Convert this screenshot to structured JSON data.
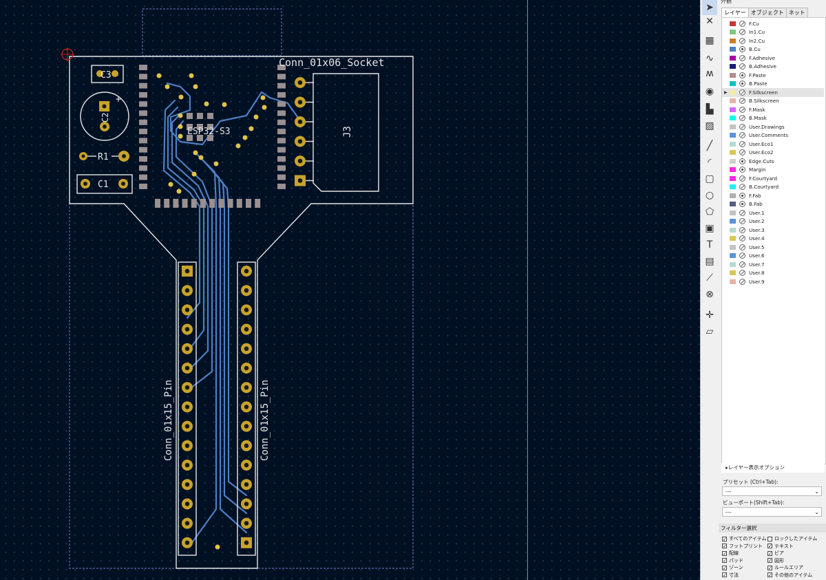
{
  "canvas": {
    "ref_labels": {
      "j3_value": "Conn_01x06_Socket",
      "j3_ref": "J3",
      "u1_value": "ESP32-S3",
      "c2_ref": "C2",
      "c3_ref": "C3",
      "r1_ref": "R1",
      "c1_ref": "C1",
      "left_header_value": "Conn_01x15_Pin",
      "right_header_value": "Conn_01x15_Pin"
    }
  },
  "toolbar": {
    "tools": [
      {
        "name": "select-tool-icon",
        "glyph": "➤"
      },
      {
        "name": "local-ratsnest-icon",
        "glyph": "✕"
      },
      {
        "name": "place-footprint-icon",
        "glyph": "▦"
      },
      {
        "name": "route-track-icon",
        "glyph": "∿"
      },
      {
        "name": "tune-length-icon",
        "glyph": "ʍ"
      },
      {
        "name": "add-via-icon",
        "glyph": "◉"
      },
      {
        "name": "add-zone-icon",
        "glyph": "▙"
      },
      {
        "name": "rule-area-icon",
        "glyph": "▨"
      },
      {
        "name": "draw-line-icon",
        "glyph": "╱"
      },
      {
        "name": "draw-arc-icon",
        "glyph": "◜"
      },
      {
        "name": "draw-rectangle-icon",
        "glyph": "▢"
      },
      {
        "name": "draw-circle-icon",
        "glyph": "○"
      },
      {
        "name": "draw-polygon-icon",
        "glyph": "⬠"
      },
      {
        "name": "add-image-icon",
        "glyph": "▣"
      },
      {
        "name": "add-text-icon",
        "glyph": "T"
      },
      {
        "name": "add-textbox-icon",
        "glyph": "▤"
      },
      {
        "name": "add-dimension-icon",
        "glyph": "⟋"
      },
      {
        "name": "delete-tool-icon",
        "glyph": "⊗"
      },
      {
        "name": "set-origin-icon",
        "glyph": "✛"
      },
      {
        "name": "measure-tool-icon",
        "glyph": "▱"
      }
    ]
  },
  "panel": {
    "title": "外観",
    "tabs": [
      "レイヤー",
      "オブジェクト",
      "ネット"
    ],
    "layers": [
      {
        "name": "F.Cu",
        "color": "#c83434",
        "visible": false
      },
      {
        "name": "In1.Cu",
        "color": "#7fc87f",
        "visible": false
      },
      {
        "name": "In2.Cu",
        "color": "#ce7d2c",
        "visible": false
      },
      {
        "name": "B.Cu",
        "color": "#4d7fc4",
        "visible": true
      },
      {
        "name": "F.Adhesive",
        "color": "#a800a8",
        "visible": false
      },
      {
        "name": "B.Adhesive",
        "color": "#1a1a7a",
        "visible": false
      },
      {
        "name": "F.Paste",
        "color": "#b48c8c",
        "visible": true
      },
      {
        "name": "B.Paste",
        "color": "#00c2c2",
        "visible": true
      },
      {
        "name": "F.Silkscreen",
        "color": "#f2eda1",
        "visible": false
      },
      {
        "name": "B.Silkscreen",
        "color": "#e8b2a7",
        "visible": false
      },
      {
        "name": "F.Mask",
        "color": "#d864ff",
        "visible": false
      },
      {
        "name": "B.Mask",
        "color": "#02ffee",
        "visible": false
      },
      {
        "name": "User.Drawings",
        "color": "#c2c2c2",
        "visible": false
      },
      {
        "name": "User.Comments",
        "color": "#5994dc",
        "visible": false
      },
      {
        "name": "User.Eco1",
        "color": "#b4dbd2",
        "visible": false
      },
      {
        "name": "User.Eco2",
        "color": "#d8c852",
        "visible": false
      },
      {
        "name": "Edge.Cuts",
        "color": "#d0d2cd",
        "visible": true
      },
      {
        "name": "Margin",
        "color": "#ff26e2",
        "visible": true
      },
      {
        "name": "F.Courtyard",
        "color": "#ff26e2",
        "visible": false
      },
      {
        "name": "B.Courtyard",
        "color": "#26e9ff",
        "visible": false
      },
      {
        "name": "F.Fab",
        "color": "#afafaf",
        "visible": true
      },
      {
        "name": "B.Fab",
        "color": "#585d84",
        "visible": true
      },
      {
        "name": "User.1",
        "color": "#c2c2c2",
        "visible": false
      },
      {
        "name": "User.2",
        "color": "#5994dc",
        "visible": false
      },
      {
        "name": "User.3",
        "color": "#b4dbd2",
        "visible": false
      },
      {
        "name": "User.4",
        "color": "#d8c852",
        "visible": false
      },
      {
        "name": "User.5",
        "color": "#c2c2c2",
        "visible": false
      },
      {
        "name": "User.6",
        "color": "#5994dc",
        "visible": false
      },
      {
        "name": "User.7",
        "color": "#b4dbd2",
        "visible": false
      },
      {
        "name": "User.8",
        "color": "#d8c852",
        "visible": false
      },
      {
        "name": "User.9",
        "color": "#e8b2a7",
        "visible": false
      }
    ],
    "active_layer": "F.Silkscreen",
    "layer_options": "▸レイヤー表示オプション",
    "preset_label": "プリセット (Ctrl+Tab):",
    "preset_value": "---",
    "viewport_label": "ビューポート(Shift+Tab):",
    "viewport_value": "---",
    "filter_title": "フィルター選択",
    "filters": [
      {
        "label": "すべてのアイテム",
        "checked": true
      },
      {
        "label": "ロックしたアイテム",
        "checked": false
      },
      {
        "label": "フットプリント",
        "checked": true
      },
      {
        "label": "テキスト",
        "checked": true
      },
      {
        "label": "配線",
        "checked": true
      },
      {
        "label": "ビア",
        "checked": true
      },
      {
        "label": "パッド",
        "checked": true
      },
      {
        "label": "図形",
        "checked": true
      },
      {
        "label": "ゾーン",
        "checked": true
      },
      {
        "label": "ルールエリア",
        "checked": true
      },
      {
        "label": "寸法",
        "checked": true
      },
      {
        "label": "その他のアイテム",
        "checked": true
      }
    ]
  }
}
